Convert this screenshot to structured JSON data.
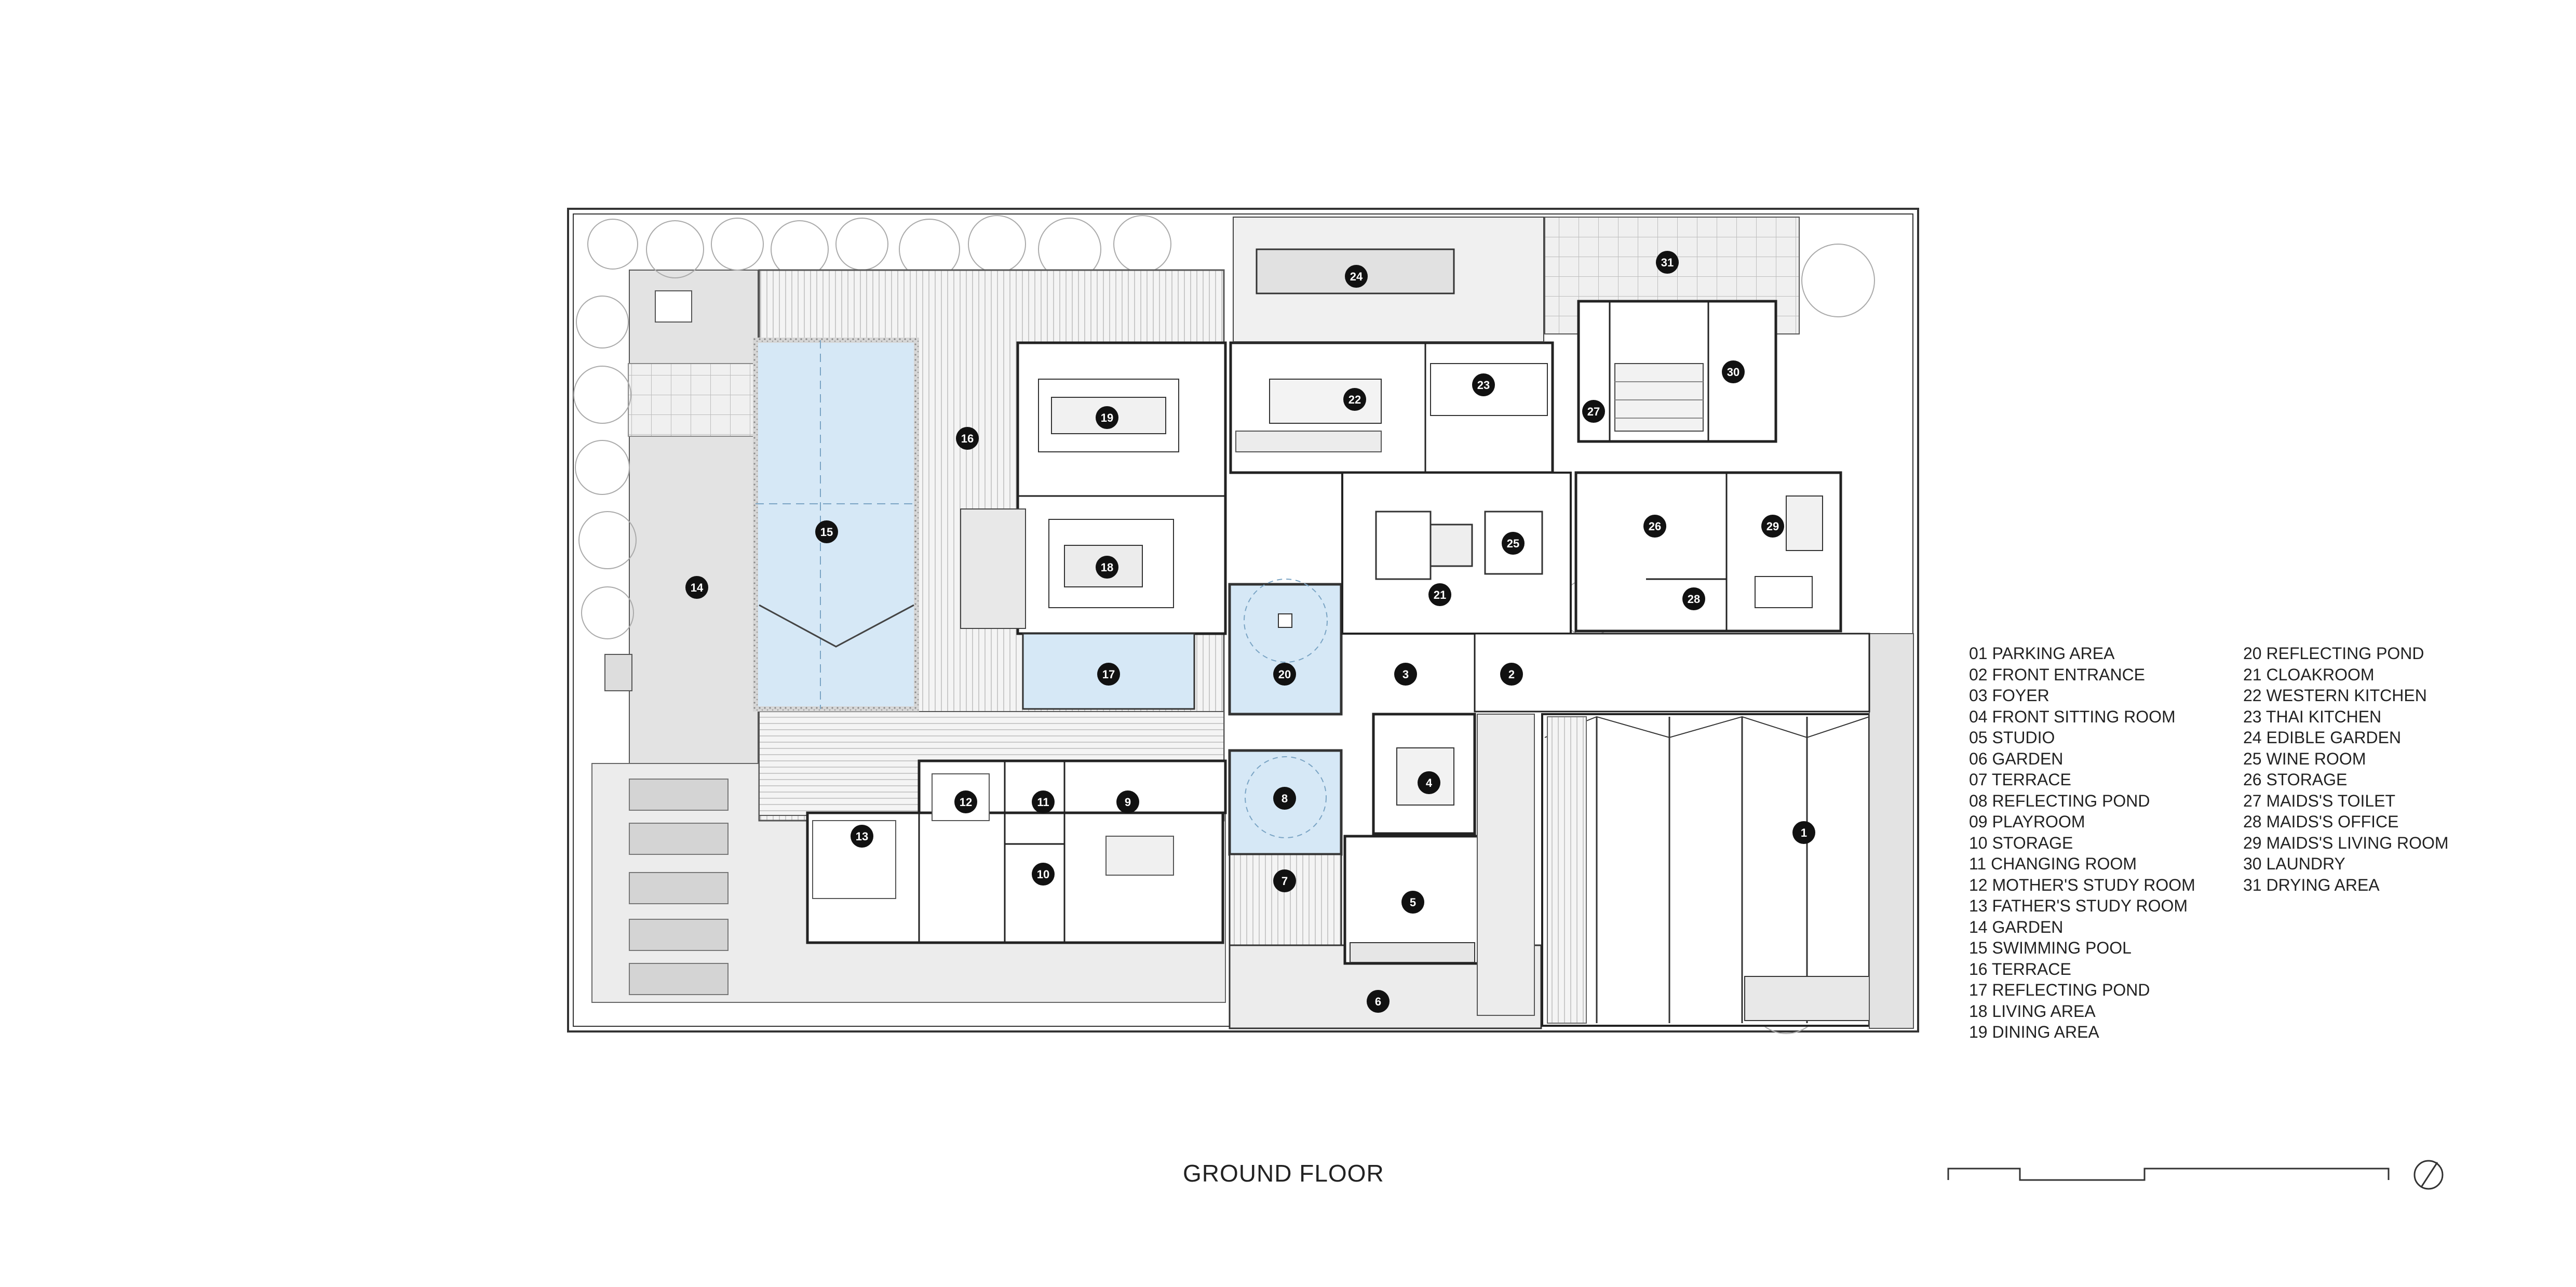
{
  "drawing": {
    "title": "GROUND FLOOR"
  },
  "colors": {
    "water": "#dcebf7",
    "paving": "#e6e6e6",
    "deck": "#efefef",
    "line": "#3a3a3a",
    "badge": "#111111"
  },
  "rooms": [
    {
      "num": "1",
      "label": "01 PARKING AREA"
    },
    {
      "num": "2",
      "label": "02 FRONT ENTRANCE"
    },
    {
      "num": "3",
      "label": "03 FOYER"
    },
    {
      "num": "4",
      "label": "04 FRONT SITTING ROOM"
    },
    {
      "num": "5",
      "label": "05 STUDIO"
    },
    {
      "num": "6",
      "label": "06 GARDEN"
    },
    {
      "num": "7",
      "label": "07 TERRACE"
    },
    {
      "num": "8",
      "label": "08 REFLECTING POND"
    },
    {
      "num": "9",
      "label": "09 PLAYROOM"
    },
    {
      "num": "10",
      "label": "10 STORAGE"
    },
    {
      "num": "11",
      "label": "11 CHANGING ROOM"
    },
    {
      "num": "12",
      "label": "12 MOTHER'S STUDY ROOM"
    },
    {
      "num": "13",
      "label": "13 FATHER'S STUDY ROOM"
    },
    {
      "num": "14",
      "label": "14 GARDEN"
    },
    {
      "num": "15",
      "label": "15 SWIMMING POOL"
    },
    {
      "num": "16",
      "label": "16 TERRACE"
    },
    {
      "num": "17",
      "label": "17 REFLECTING POND"
    },
    {
      "num": "18",
      "label": "18 LIVING AREA"
    },
    {
      "num": "19",
      "label": "19 DINING AREA"
    },
    {
      "num": "20",
      "label": "20 REFLECTING POND"
    },
    {
      "num": "21",
      "label": "21 CLOAKROOM"
    },
    {
      "num": "22",
      "label": "22 WESTERN KITCHEN"
    },
    {
      "num": "23",
      "label": "23 THAI KITCHEN"
    },
    {
      "num": "24",
      "label": "24 EDIBLE GARDEN"
    },
    {
      "num": "25",
      "label": "25 WINE ROOM"
    },
    {
      "num": "26",
      "label": "26 STORAGE"
    },
    {
      "num": "27",
      "label": "27 MAIDS'S TOILET"
    },
    {
      "num": "28",
      "label": "28 MAIDS'S OFFICE"
    },
    {
      "num": "29",
      "label": "29 MAIDS'S LIVING ROOM"
    },
    {
      "num": "30",
      "label": "30 LAUNDRY"
    },
    {
      "num": "31",
      "label": "31 DRYING AREA"
    }
  ]
}
